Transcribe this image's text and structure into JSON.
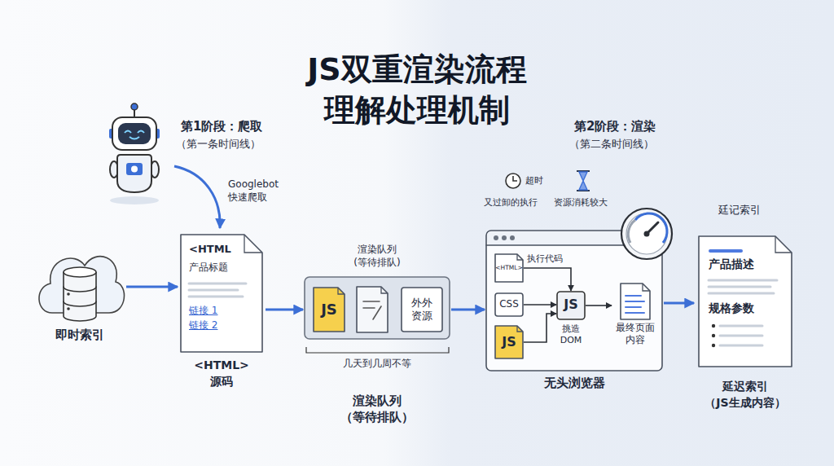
{
  "diagram": {
    "title": "JS双重渲染流程 理解处理机制",
    "nodes": [
      {
        "text": [
          "即时索引"
        ]
      },
      {
        "text": [
          "<HTML",
          "产品标题",
          "链接 1",
          "链接 2",
          "<HTML> 源码"
        ]
      },
      {
        "text": [
          "渲染队列 (等待排队)"
        ]
      },
      {
        "text": [
          "JS"
        ],
        "in": 2
      },
      {
        "text": [
          "外外 资源"
        ],
        "in": 2
      },
      {
        "text": [
          "无头浏览器"
        ]
      },
      {
        "text": [
          "<HTML>"
        ],
        "in": 5
      },
      {
        "text": [
          "CSS"
        ],
        "in": 5
      },
      {
        "text": [
          "JS"
        ],
        "in": 5
      },
      {
        "text": [
          "JS",
          "挑造 DOM"
        ],
        "in": 5
      },
      {
        "text": [
          "最终页面 内容"
        ],
        "in": 5
      },
      {
        "text": [
          "廷记索引",
          "产品描述",
          "规格参数",
          "延迟索引 （JS生成内容）"
        ]
      }
    ],
    "edges": [
      {
        "from": 0,
        "to": 1,
        "arrow": "to"
      },
      {
        "from": 1,
        "to": 2,
        "arrow": "to"
      },
      {
        "from": 2,
        "to": 5,
        "arrow": "to"
      },
      {
        "from": 5,
        "to": 11,
        "arrow": "to"
      },
      {
        "from": 6,
        "to": 9,
        "label": "执行代码",
        "arrow": "to"
      },
      {
        "from": 7,
        "to": 9,
        "arrow": "to"
      },
      {
        "from": 8,
        "to": 9,
        "arrow": "to"
      },
      {
        "from": 9,
        "to": 10,
        "arrow": "to"
      }
    ],
    "labels": [
      "第1阶段：爬取",
      "（第一条时间线）",
      "Googlebot 快速爬取",
      "第2阶段：渲染",
      "（第二条时间线）",
      "超时",
      "又过卸的执行",
      "资源消耗较大",
      "几天到几周不等",
      "渲染队列 （等待排队）"
    ]
  }
}
